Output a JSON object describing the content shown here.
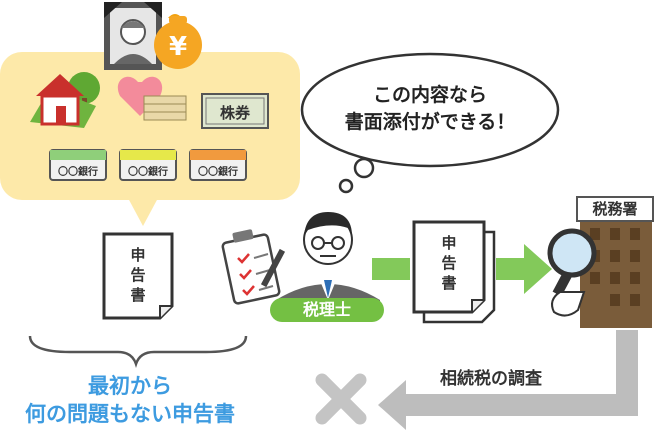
{
  "assets": {
    "stock_label": "株券",
    "bank_label_1": "〇〇銀行",
    "bank_label_2": "〇〇銀行",
    "bank_label_3": "〇〇銀行",
    "yen_symbol": "¥"
  },
  "documents": {
    "return_left": [
      "申",
      "告",
      "書"
    ],
    "return_middle": [
      "申",
      "告",
      "書"
    ]
  },
  "tax_accountant": {
    "label": "税理士"
  },
  "thought_bubble": {
    "line1": "この内容なら",
    "line2": "書面添付ができる！"
  },
  "tax_office": {
    "label": "税務署"
  },
  "investigation": {
    "label": "相続税の調査"
  },
  "caption": {
    "line1": "最初から",
    "line2": "何の問題もない申告書"
  },
  "colors": {
    "yellow_bg": "#fde9a9",
    "green_arrow": "#83c95a",
    "gray_arrow": "#bdbdbd",
    "caption_blue": "#3d9be0",
    "pill_green": "#74c043"
  }
}
